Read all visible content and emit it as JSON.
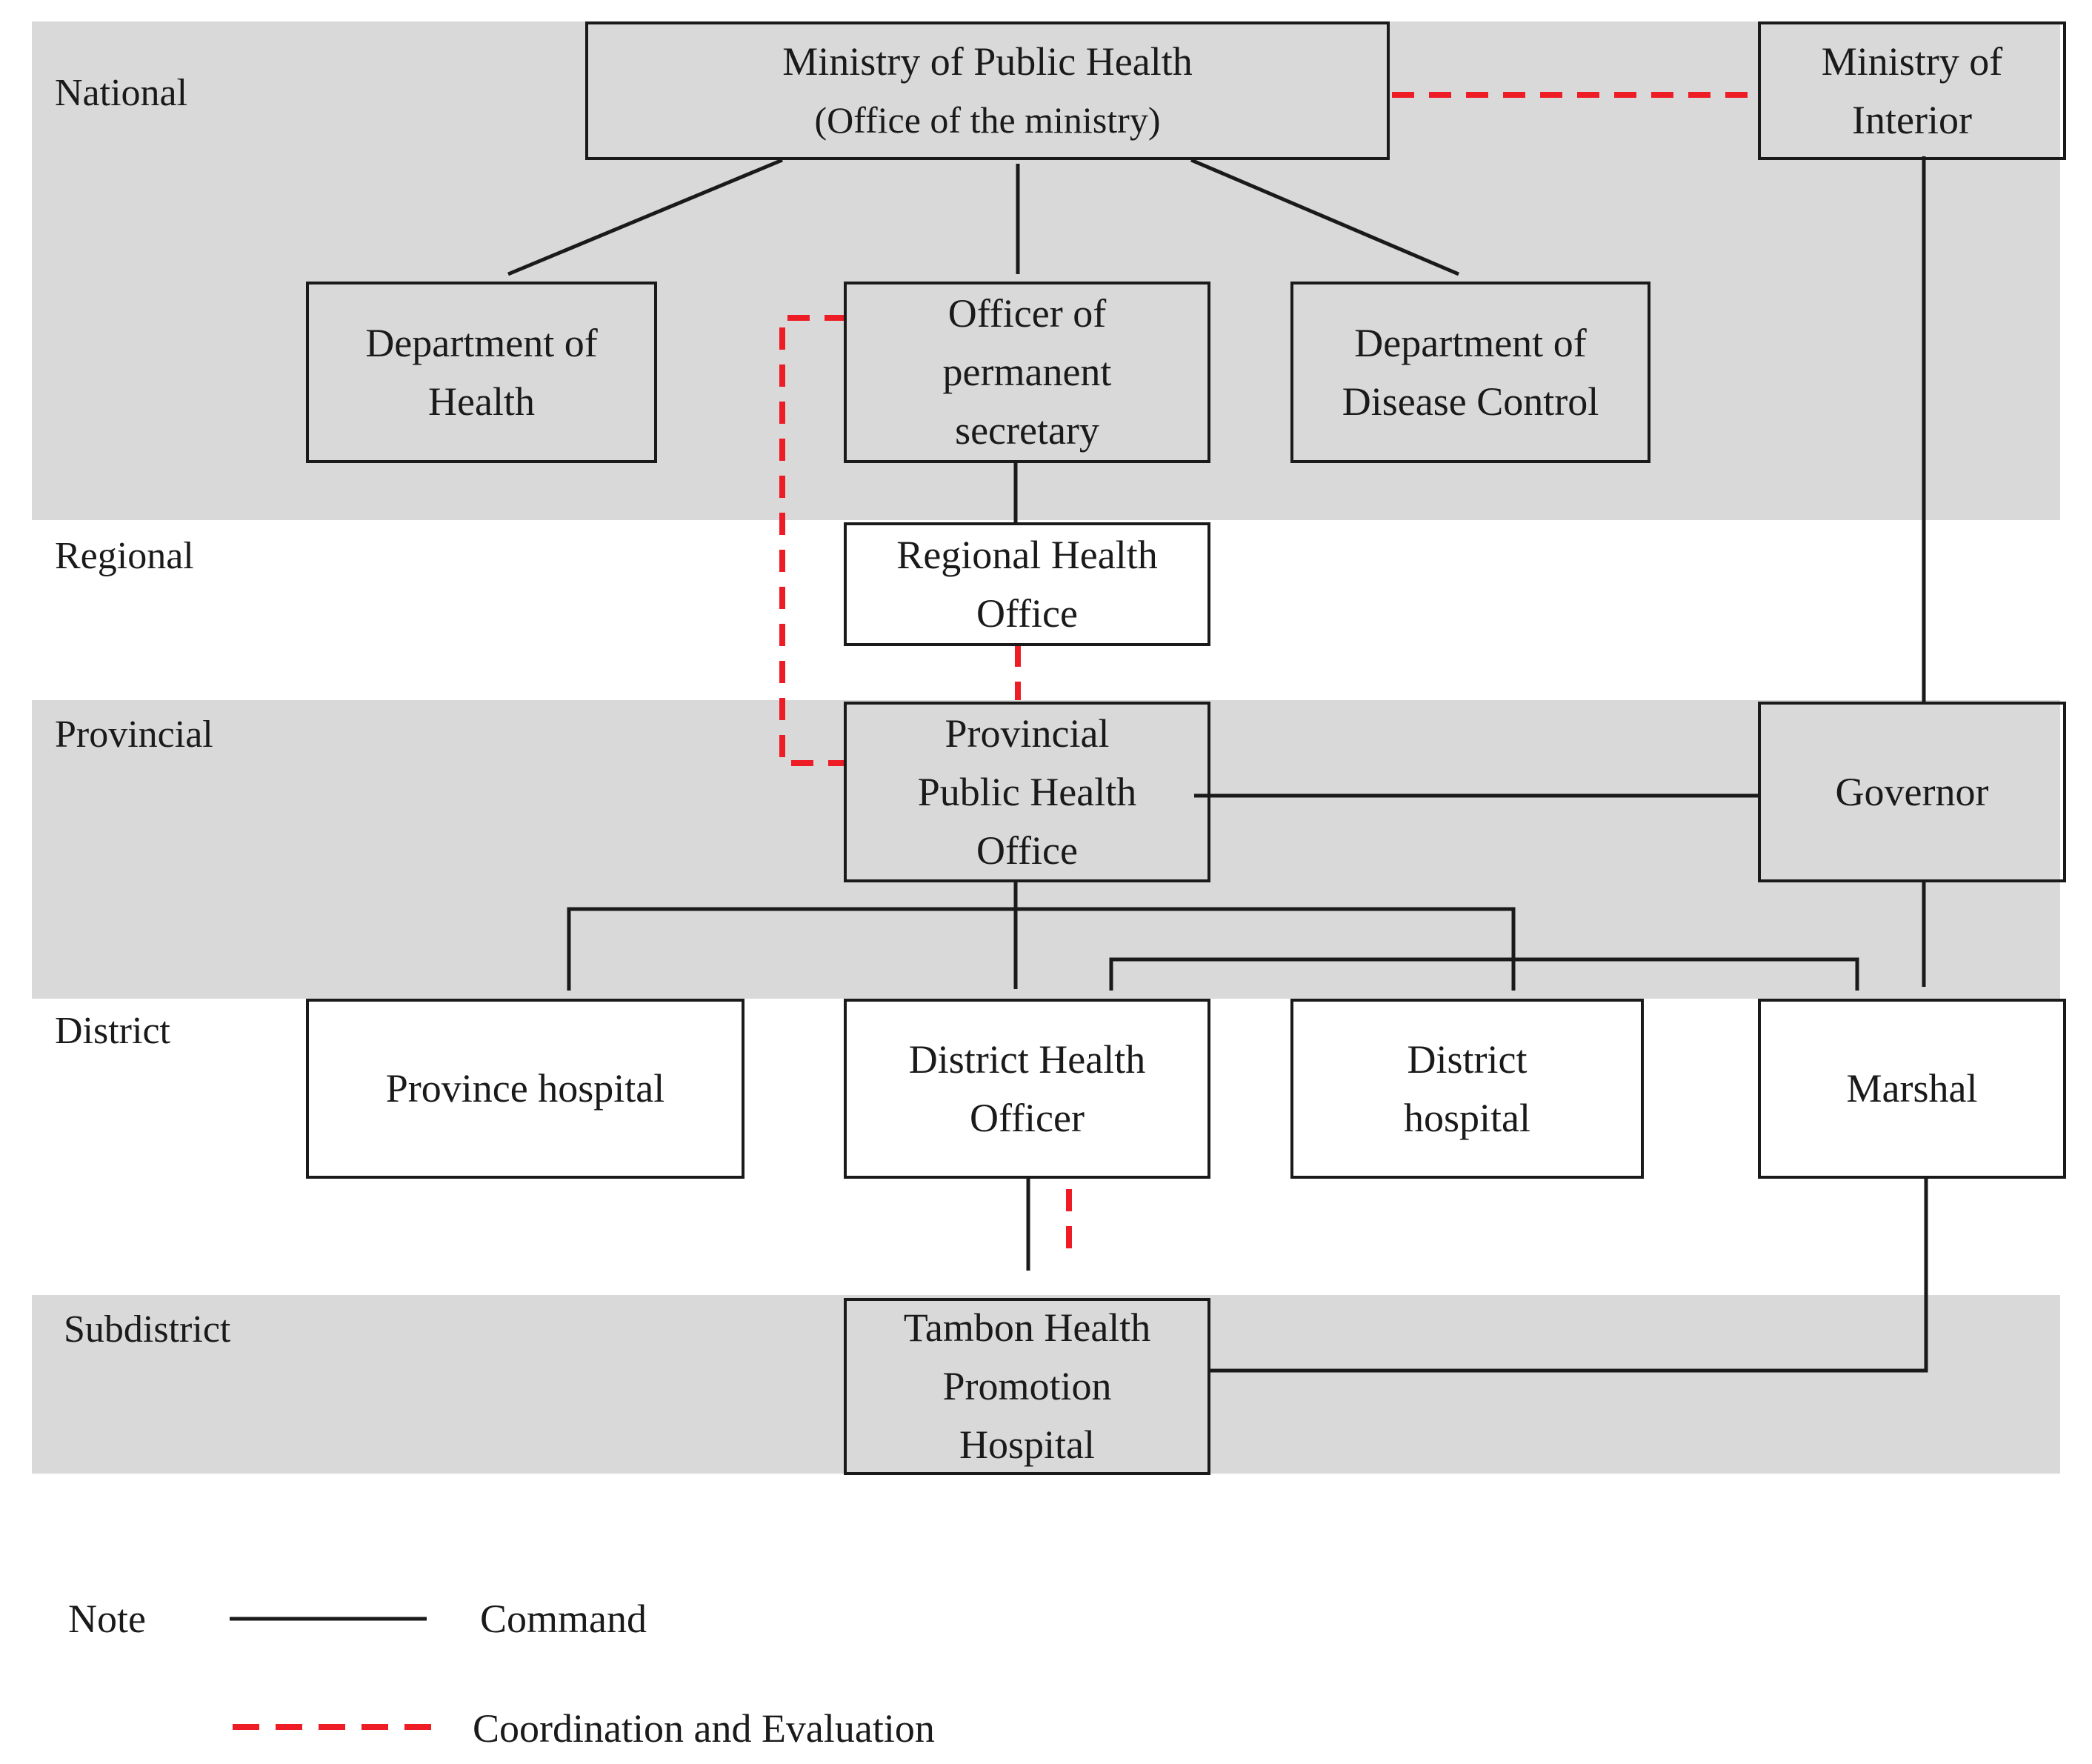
{
  "levels": {
    "national": "National",
    "regional": "Regional",
    "provincial": "Provincial",
    "district": "District",
    "subdistrict": "Subdistrict"
  },
  "nodes": {
    "ministry_public_health": {
      "line1": "Ministry of  Public Health",
      "line2": "(Office of the ministry)"
    },
    "ministry_interior": "Ministry of\nInterior",
    "department_health": "Department of\nHealth",
    "officer_permanent_secretary": "Officer of\npermanent\nsecretary",
    "department_disease_control": "Department of\nDisease Control",
    "regional_health_office": "Regional Health\nOffice",
    "provincial_public_health_office": "Provincial\nPublic Health\nOffice",
    "governor": "Governor",
    "province_hospital": "Province hospital",
    "district_health_officer": "District Health\nOfficer",
    "district_hospital": "District\nhospital",
    "marshal": "Marshal",
    "tambon_health_promotion_hospital": "Tambon Health\nPromotion\nHospital"
  },
  "legend": {
    "title": "Note",
    "command": "Command",
    "coordination": "Coordination and Evaluation"
  },
  "colors": {
    "band": "#d9d9d9",
    "command_line": "#1a1a1a",
    "coordination_line": "#ee1c25"
  }
}
